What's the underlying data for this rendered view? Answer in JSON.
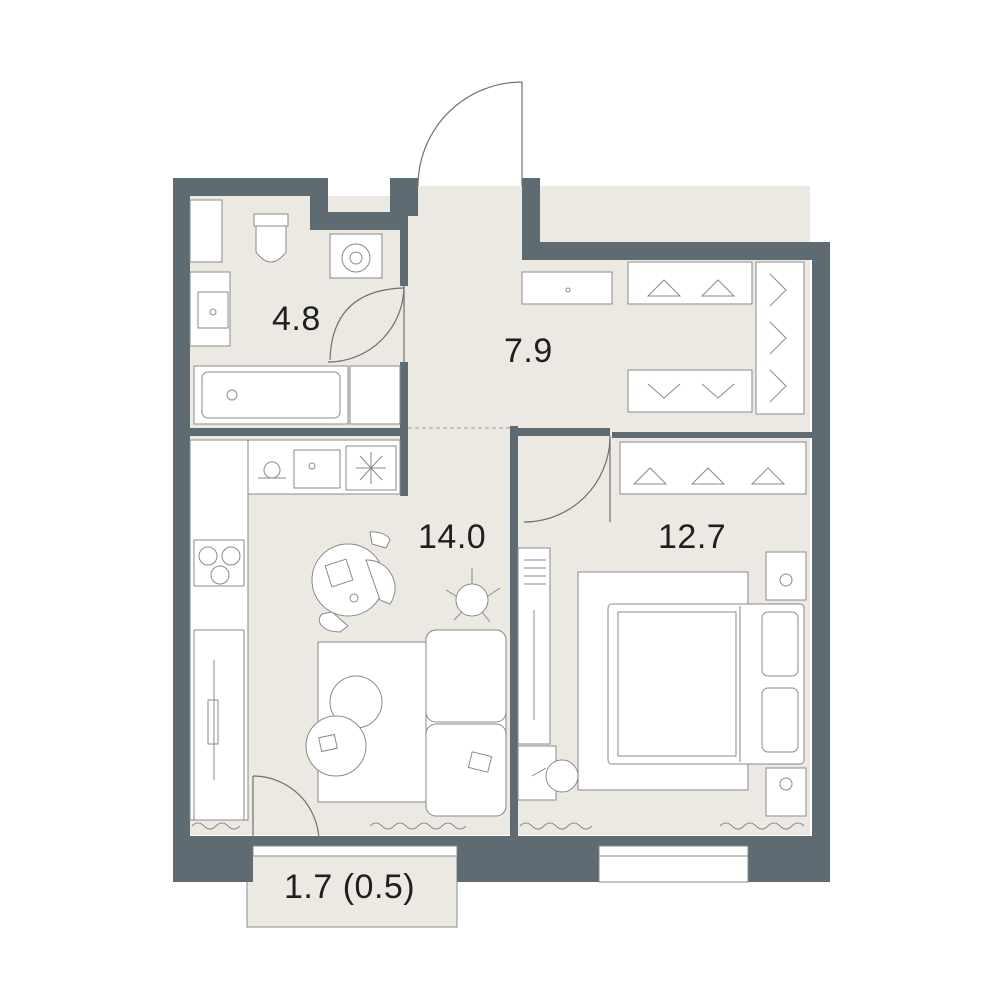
{
  "rooms": {
    "bathroom": {
      "area": "4.8"
    },
    "hallway": {
      "area": "7.9"
    },
    "living": {
      "area": "14.0"
    },
    "bedroom": {
      "area": "12.7"
    },
    "balcony": {
      "area": "1.7 (0.5)"
    }
  },
  "colors": {
    "wall": "#5f6b72",
    "floor": "#ece9e2",
    "text": "#1f1f1f"
  },
  "icons": [
    "toilet-icon",
    "washing-machine-icon",
    "sink-icon",
    "bathtub-icon",
    "stove-icon",
    "dining-table-icon",
    "plant-icon",
    "sofa-icon",
    "bed-icon",
    "nightstand-icon",
    "wardrobe-hanger-icon",
    "door-swing-icon",
    "radiator-icon"
  ]
}
